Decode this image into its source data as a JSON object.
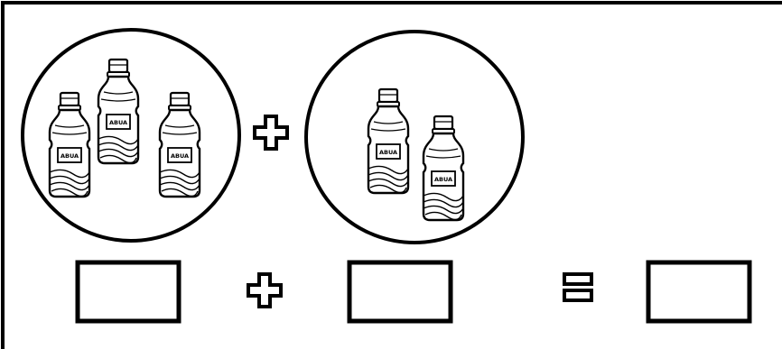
{
  "worksheet": {
    "bottle_label": "ABUA",
    "group_one": {
      "bottle_count": 3
    },
    "group_two": {
      "bottle_count": 2
    },
    "operators": {
      "plus_icon": "outlined-plus-icon",
      "equals_icon": "outlined-equals-icon"
    },
    "answer_boxes": [
      "first-addend-box",
      "second-addend-box",
      "sum-box"
    ],
    "colors": {
      "ink": "#000000",
      "paper": "#ffffff"
    }
  }
}
